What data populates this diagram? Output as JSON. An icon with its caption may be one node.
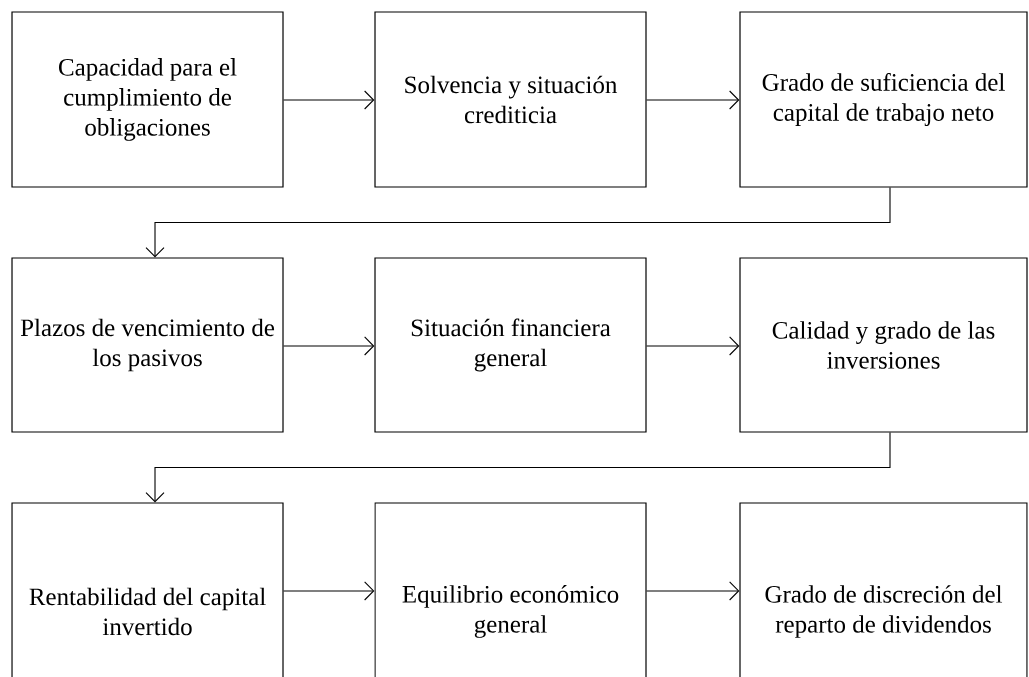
{
  "diagram": {
    "nodes": [
      {
        "text": [
          "Capacidad para el cumplimiento de obligaciones"
        ]
      },
      {
        "text": [
          "Solvencia y situación crediticia"
        ]
      },
      {
        "text": [
          "Grado de suficiencia del capital de trabajo neto"
        ]
      },
      {
        "text": [
          "Plazos de vencimiento de los pasivos"
        ]
      },
      {
        "text": [
          "Situación financiera general"
        ]
      },
      {
        "text": [
          "Calidad y grado de las inversiones"
        ]
      },
      {
        "text": [
          "Rentabilidad del capital invertido"
        ]
      },
      {
        "text": [
          "Equilibrio económico general"
        ]
      },
      {
        "text": [
          "Grado de discreción del reparto de dividendos"
        ]
      }
    ],
    "edges": [
      {
        "from": 0,
        "to": 1,
        "arrow": "to"
      },
      {
        "from": 1,
        "to": 2,
        "arrow": "to"
      },
      {
        "from": 2,
        "to": 3,
        "arrow": "to"
      },
      {
        "from": 3,
        "to": 4,
        "arrow": "to"
      },
      {
        "from": 4,
        "to": 5,
        "arrow": "to"
      },
      {
        "from": 5,
        "to": 6,
        "arrow": "to"
      },
      {
        "from": 6,
        "to": 7,
        "arrow": "to"
      },
      {
        "from": 7,
        "to": 8,
        "arrow": "to"
      }
    ]
  }
}
